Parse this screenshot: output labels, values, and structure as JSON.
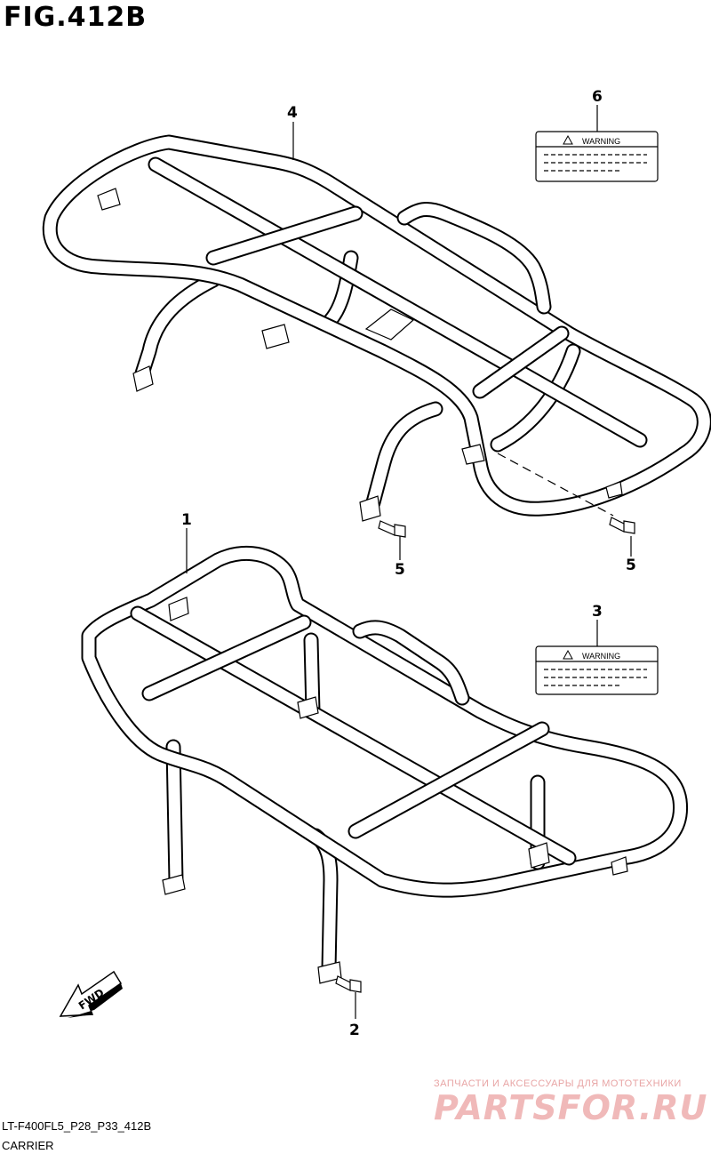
{
  "figure": {
    "title": "FIG.412B"
  },
  "callouts": {
    "c1": "1",
    "c2": "2",
    "c3": "3",
    "c4": "4",
    "c5a": "5",
    "c5b": "5",
    "c6": "6"
  },
  "labels": {
    "warning_top": "WARNING",
    "warning_bottom": "WARNING"
  },
  "arrow": {
    "fwd": "FWD"
  },
  "footer": {
    "code": "LT-F400FL5_P28_P33_412B",
    "name": "CARRIER"
  },
  "watermark": {
    "tagline": "ЗАПЧАСТИ И АКСЕССУАРЫ ДЛЯ МОТОТЕХНИКИ",
    "logo": "PARTSFOR.RU"
  }
}
